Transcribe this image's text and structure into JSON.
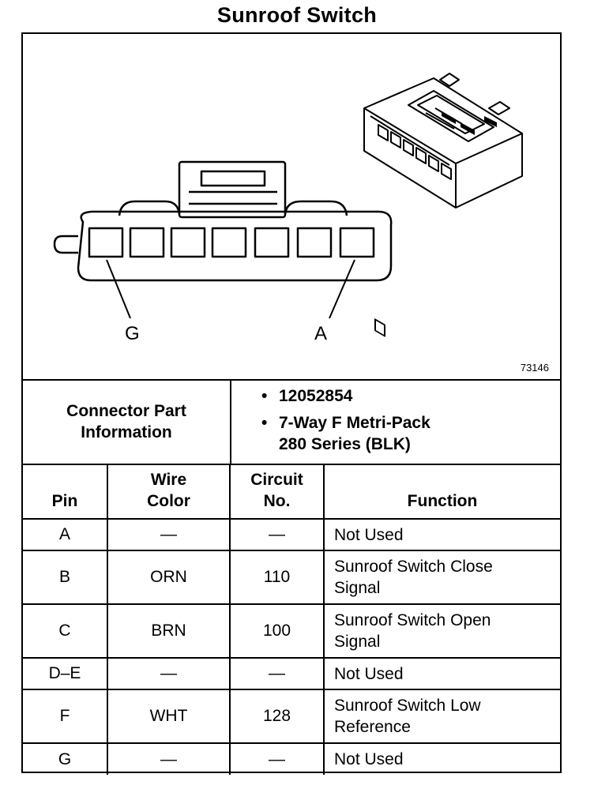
{
  "title": "Sunroof Switch",
  "figure": {
    "number": "73146",
    "callout_left": "G",
    "callout_right": "A"
  },
  "connector_info": {
    "label_line1": "Connector Part",
    "label_line2": "Information",
    "bullet": "•",
    "part_number": "12052854",
    "description_line1": "7-Way F Metri-Pack",
    "description_line2": "280 Series (BLK)"
  },
  "table": {
    "headers": {
      "pin": "Pin",
      "wire_color_line1": "Wire",
      "wire_color_line2": "Color",
      "circuit_line1": "Circuit",
      "circuit_line2": "No.",
      "function": "Function"
    },
    "rows": [
      {
        "pin": "A",
        "wire_color": "—",
        "circuit": "—",
        "function": "Not Used"
      },
      {
        "pin": "B",
        "wire_color": "ORN",
        "circuit": "110",
        "function": "Sunroof Switch Close",
        "function2": "Signal"
      },
      {
        "pin": "C",
        "wire_color": "BRN",
        "circuit": "100",
        "function": "Sunroof Switch Open",
        "function2": "Signal"
      },
      {
        "pin": "D–E",
        "wire_color": "—",
        "circuit": "—",
        "function": "Not Used"
      },
      {
        "pin": "F",
        "wire_color": "WHT",
        "circuit": "128",
        "function": "Sunroof Switch Low",
        "function2": "Reference"
      },
      {
        "pin": "G",
        "wire_color": "—",
        "circuit": "—",
        "function": "Not Used"
      }
    ]
  }
}
